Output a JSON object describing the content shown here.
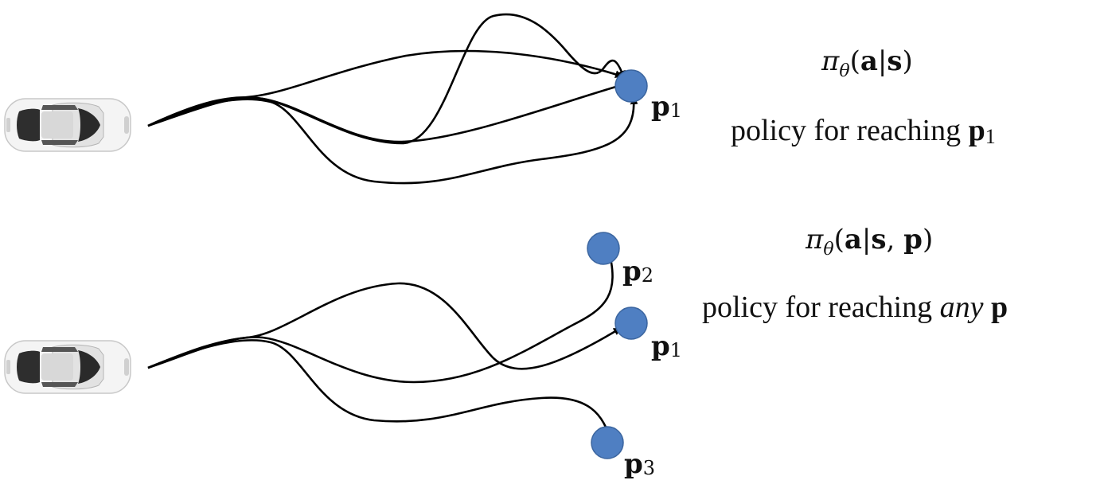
{
  "colors": {
    "goal_fill": "#4f7fc2",
    "path_stroke": "#000000",
    "car_body": "#f2f2f2"
  },
  "top_panel": {
    "goal_label_main": "p",
    "goal_label_sub": "1",
    "formula": {
      "pi": "π",
      "theta": "θ",
      "open": "(",
      "a": "a",
      "bar": "|",
      "s": "s",
      "close": ")"
    },
    "description": {
      "prefix": "policy for reaching ",
      "bold": "p",
      "sub": "1"
    }
  },
  "bottom_panel": {
    "goals": [
      {
        "main": "p",
        "sub": "2"
      },
      {
        "main": "p",
        "sub": "1"
      },
      {
        "main": "p",
        "sub": "3"
      }
    ],
    "formula": {
      "pi": "π",
      "theta": "θ",
      "open": "(",
      "a": "a",
      "bar": "|",
      "s": "s",
      "comma": ", ",
      "p": "p",
      "close": ")"
    },
    "description": {
      "prefix": "policy for reaching ",
      "italic": "any",
      "space": " ",
      "bold": "p"
    }
  }
}
